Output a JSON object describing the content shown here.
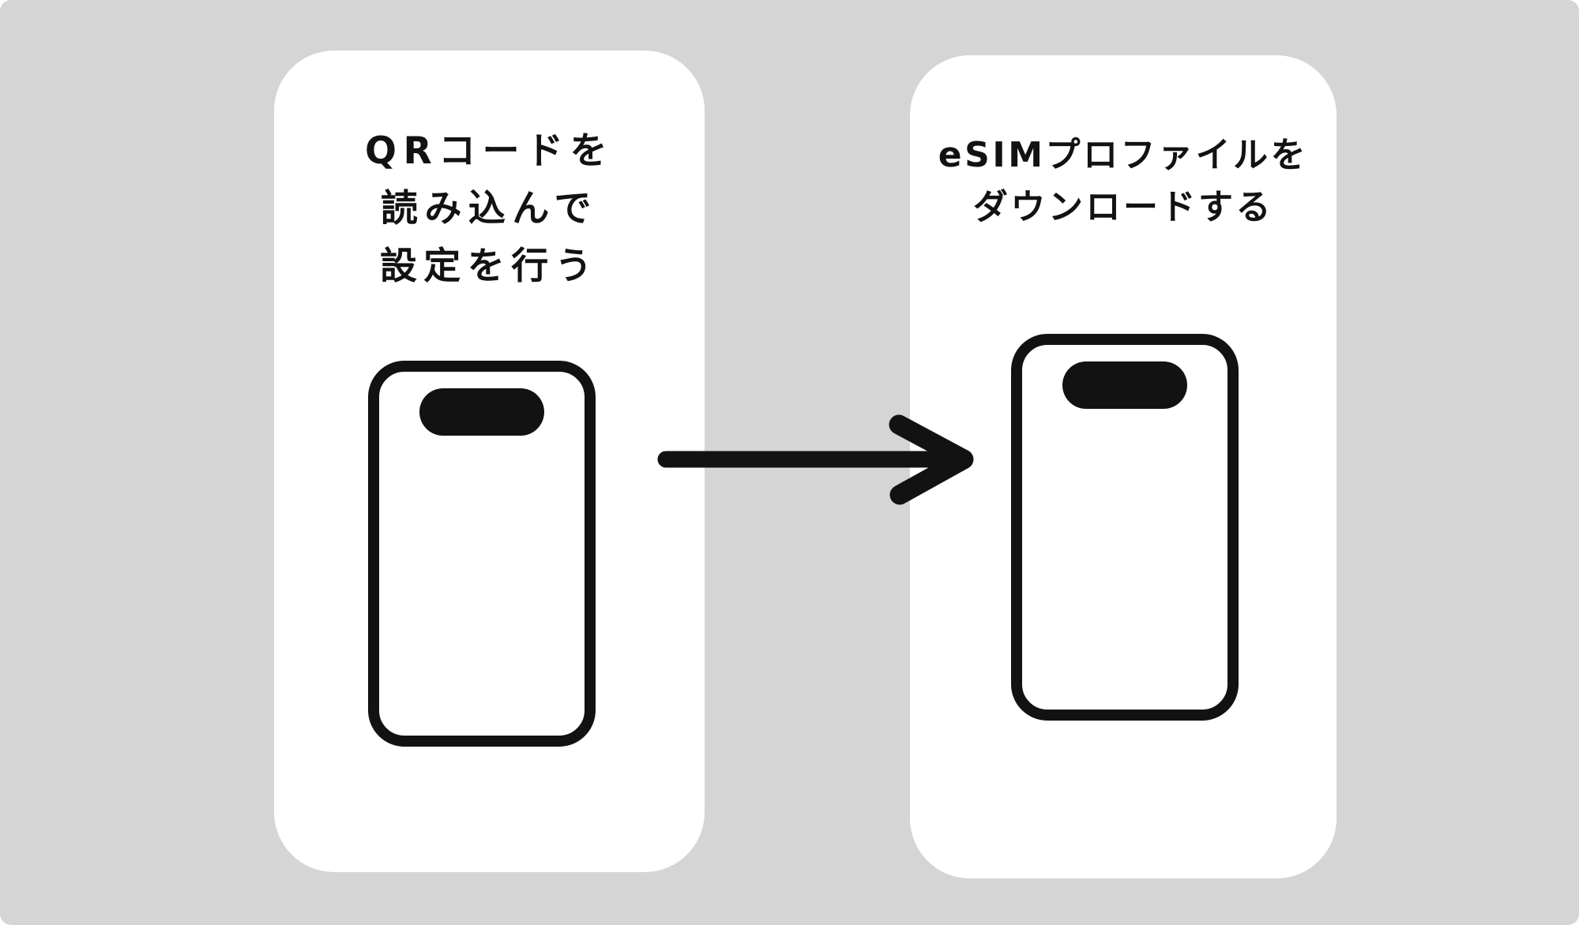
{
  "diagram": {
    "background_color": "#d5d5d5",
    "card_color": "#ffffff",
    "ink_color": "#121212",
    "steps": [
      {
        "name": "scan-qr",
        "icon": "smartphone-icon",
        "lines": [
          "QRコードを",
          "読み込んで",
          "設定を行う"
        ]
      },
      {
        "name": "download-esim",
        "icon": "smartphone-icon",
        "lines": [
          "eSIMプロファイルを",
          "ダウンロードする"
        ]
      }
    ],
    "arrow": {
      "icon": "arrow-right-icon",
      "direction": "right"
    }
  }
}
